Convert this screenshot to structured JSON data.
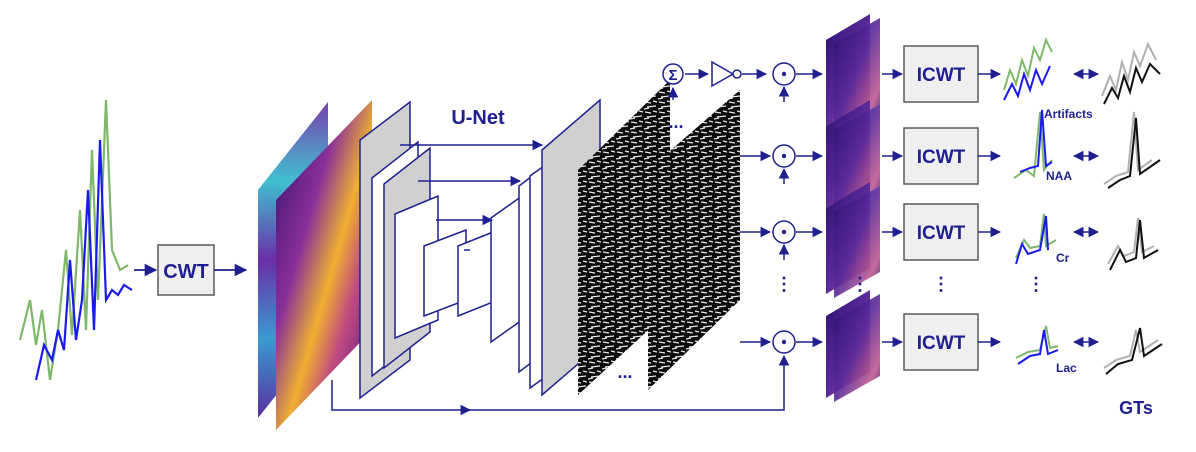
{
  "labels": {
    "cwt": "CWT",
    "unet": "U-Net",
    "icwt": [
      "ICWT",
      "ICWT",
      "ICWT",
      "ICWT"
    ],
    "sum_symbol": "Σ",
    "dot_symbol": "⊙",
    "ellipsis_h": "...",
    "ellipsis_v": "⋮",
    "outputs": [
      "Artifacts",
      "NAA",
      "Cr",
      "Lac"
    ],
    "gts": "GTs"
  },
  "colors": {
    "navy": "#1f1f8f",
    "box_fill": "#efefef",
    "box_stroke": "#5a5a5a",
    "green": "#7fb86a",
    "blue": "#1a1aee",
    "gray": "#b0b0b0",
    "black": "#111111",
    "unet_gray": "#cccccc"
  },
  "icons": [
    "sum-icon",
    "inverter-icon",
    "multiply-dot-icon"
  ]
}
